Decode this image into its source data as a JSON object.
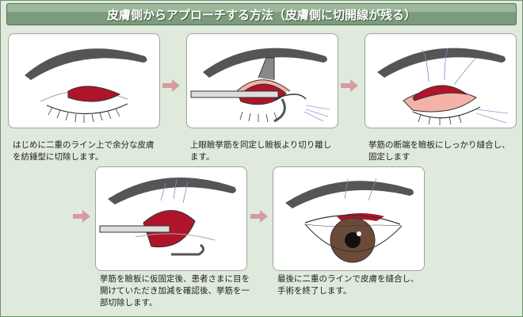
{
  "title": "皮膚側からアプローチする方法（皮膚側に切開線が残る）",
  "steps": [
    {
      "caption": "はじめに二重のライン上で余分な皮膚を紡錘型に切除します。"
    },
    {
      "caption": "上眼瞼挙筋を同定し瞼板より切り離します。"
    },
    {
      "caption": "挙筋の断端を瞼板にしっかり縫合し、固定します"
    },
    {
      "caption": "挙筋を瞼板に仮固定後、患者さまに目を開けていただき加減を確認後、挙筋を一部切除します。"
    },
    {
      "caption": "最後に二重のラインで皮膚を縫合し、手術を終了します。"
    }
  ],
  "colors": {
    "arrow": "#d89aa0",
    "muscle": "#b0142a",
    "tissue_pink": "#f4b2a8",
    "brow": "#555555",
    "iris": "#6b4a3a"
  }
}
